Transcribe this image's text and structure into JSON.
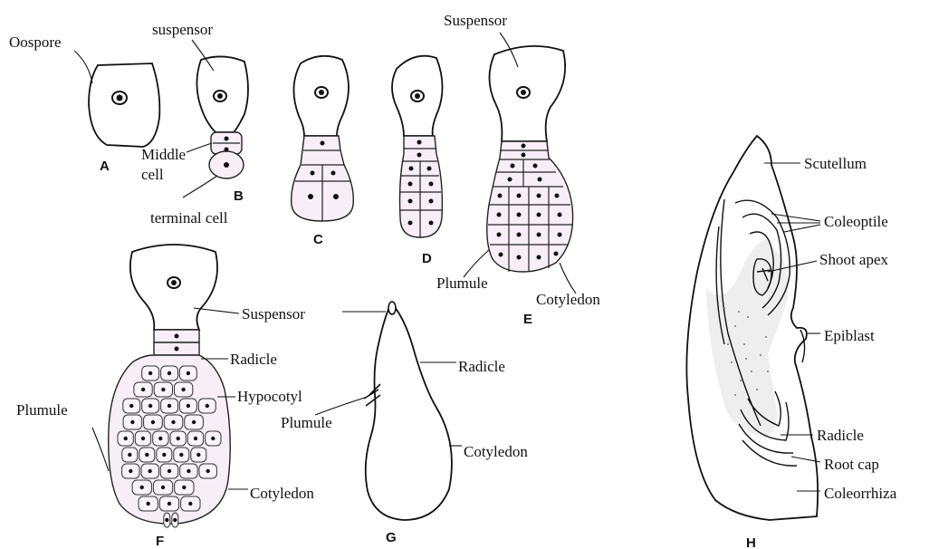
{
  "labels": {
    "oospore": "Oospore",
    "suspensor_b": "suspensor",
    "middle_cell_1": "Middle",
    "middle_cell_2": "cell",
    "terminal_cell": "terminal cell",
    "suspensor_e": "Suspensor",
    "plumule_e": "Plumule",
    "cotyledon_e": "Cotyledon",
    "suspensor_f": "Suspensor",
    "radicle_f": "Radicle",
    "hypocotyl_f": "Hypocotyl",
    "plumule_f": "Plumule",
    "cotyledon_f": "Cotyledon",
    "radicle_g": "Radicle",
    "plumule_g": "Plumule",
    "cotyledon_g": "Cotyledon",
    "scutellum": "Scutellum",
    "coleoptile": "Coleoptile",
    "shoot_apex": "Shoot apex",
    "epiblast": "Epiblast",
    "radicle_h": "Radicle",
    "root_cap": "Root cap",
    "coleorrhiza": "Coleorrhiza"
  },
  "panels": {
    "a": "A",
    "b": "B",
    "c": "C",
    "d": "D",
    "e": "E",
    "f": "F",
    "g": "G",
    "h": "H"
  },
  "colors": {
    "cell_fill": "#f7eef7",
    "stroke": "#111111"
  }
}
